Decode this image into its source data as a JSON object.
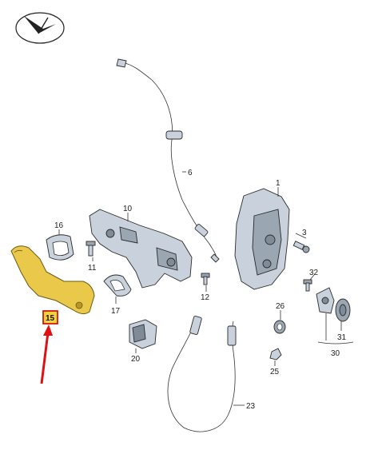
{
  "diagram": {
    "colors": {
      "part_fill": "#c9d2dc",
      "part_dark": "#7f8b97",
      "highlight_fill": "#e9c84a",
      "highlight_label_box": "#f5d23a",
      "highlight_box_border": "#cc0000",
      "arrow": "#dd1111"
    },
    "icon": "view-direction-arrow-icon",
    "highlighted_part": "15",
    "labels": {
      "p1": "1",
      "p3": "3",
      "p6": "6",
      "p10": "10",
      "p11": "11",
      "p12": "12",
      "p15": "15",
      "p16": "16",
      "p17": "17",
      "p20": "20",
      "p23": "23",
      "p25": "25",
      "p26": "26",
      "p30": "30",
      "p31": "31",
      "p32": "32"
    }
  }
}
